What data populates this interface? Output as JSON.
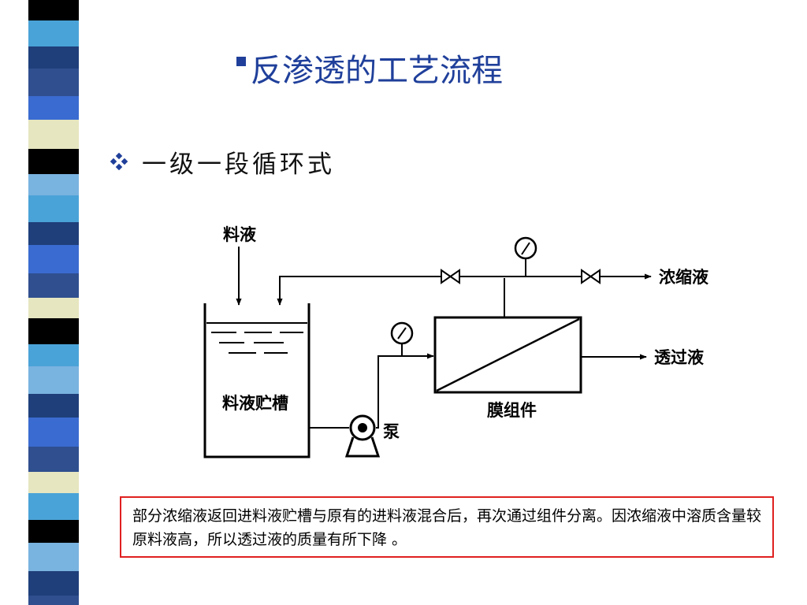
{
  "slide": {
    "title": "反渗透的工艺流程",
    "subtitle": "一级一段循环式"
  },
  "diagram": {
    "feed_label": "料液",
    "tank_label": "料液贮槽",
    "pump_label": "泵",
    "module_label": "膜组件",
    "concentrate_label": "浓缩液",
    "permeate_label": "透过液"
  },
  "note": {
    "text": "部分浓缩液返回进料液贮槽与原有的进料液混合后，再次通过组件分离。因浓缩液中溶质含量较原料液高，所以透过液的质量有所下降 。"
  },
  "colors": {
    "title": "#1f3f9a",
    "note_border": "#e02020",
    "stripe_palette": [
      "#000000",
      "#2f4f8f",
      "#4aa3d8",
      "#e6e6c0",
      "#1f3f7a",
      "#79b3e0",
      "#3a6bd0"
    ]
  }
}
